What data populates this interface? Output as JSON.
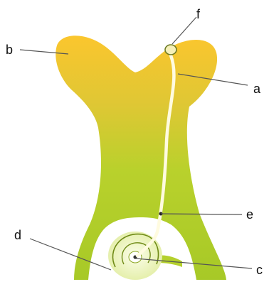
{
  "labels": {
    "a": "a",
    "b": "b",
    "c": "c",
    "d": "d",
    "e": "e",
    "f": "f"
  },
  "colors": {
    "stigma_top": "#f7c531",
    "pistil_body": "#a9cc2a",
    "pollen_tube": "#fffde6",
    "ovule": "#f1f6c2",
    "leader": "#555555"
  }
}
